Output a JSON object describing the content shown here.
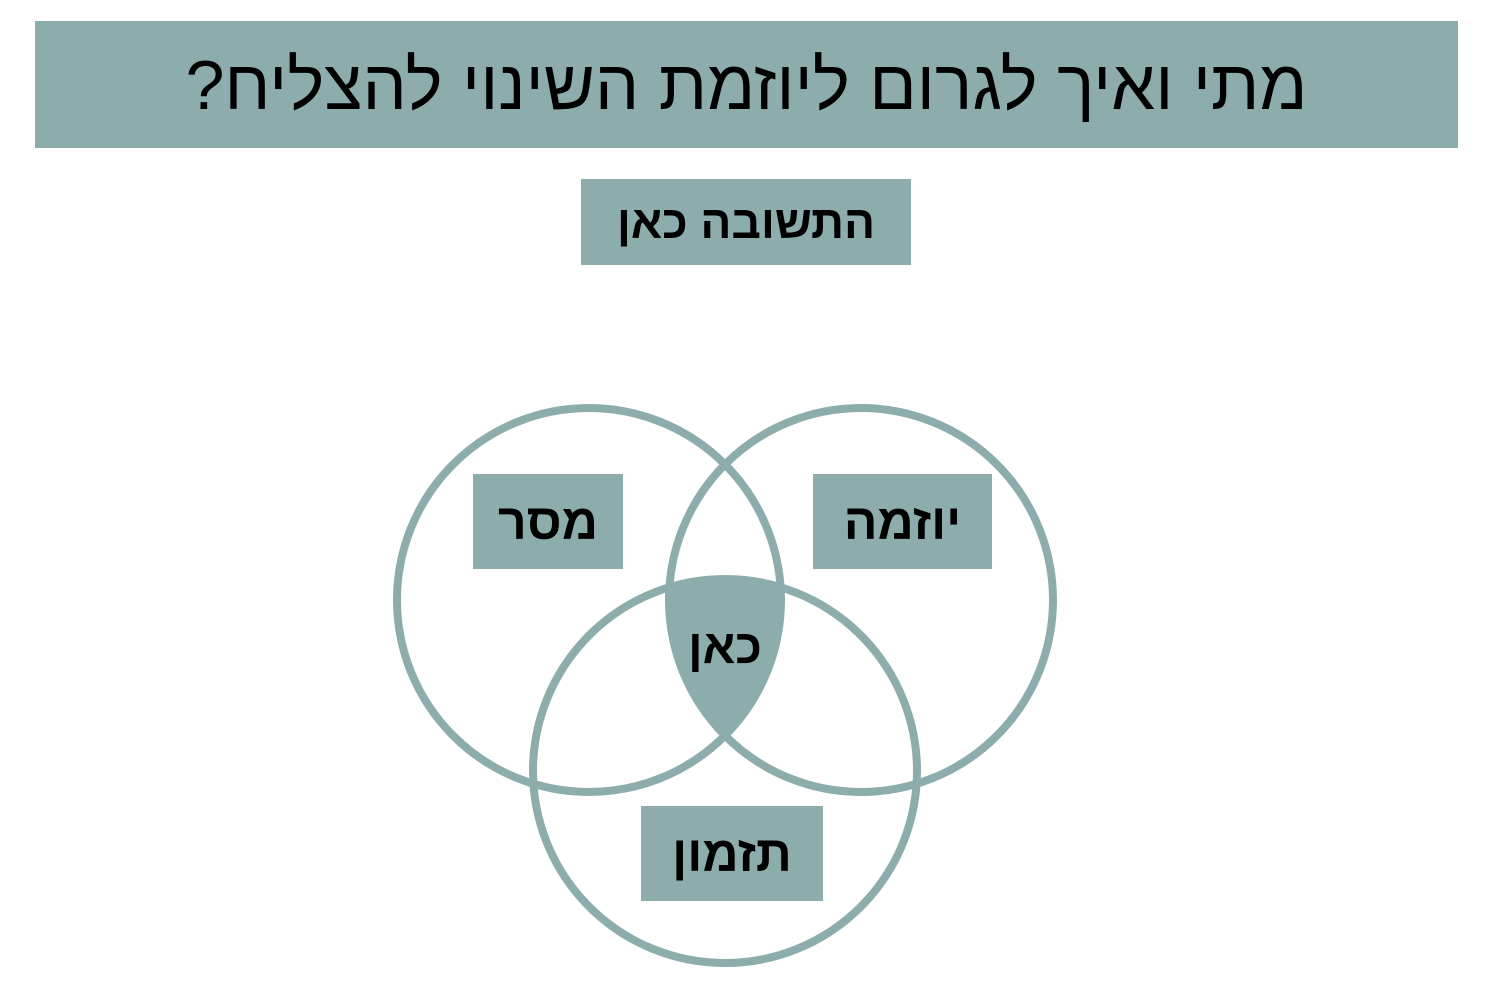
{
  "title": "מתי ואיך לגרום ליוזמת השינוי להצליח?",
  "answer_box": "התשובה כאן",
  "venn": {
    "sets": [
      {
        "label": "מסר"
      },
      {
        "label": "יוזמה"
      },
      {
        "label": "תזמון"
      }
    ],
    "intersection_label": "כאן"
  },
  "colors": {
    "accent": "#8dadad",
    "text": "#000000",
    "background": "#ffffff"
  }
}
